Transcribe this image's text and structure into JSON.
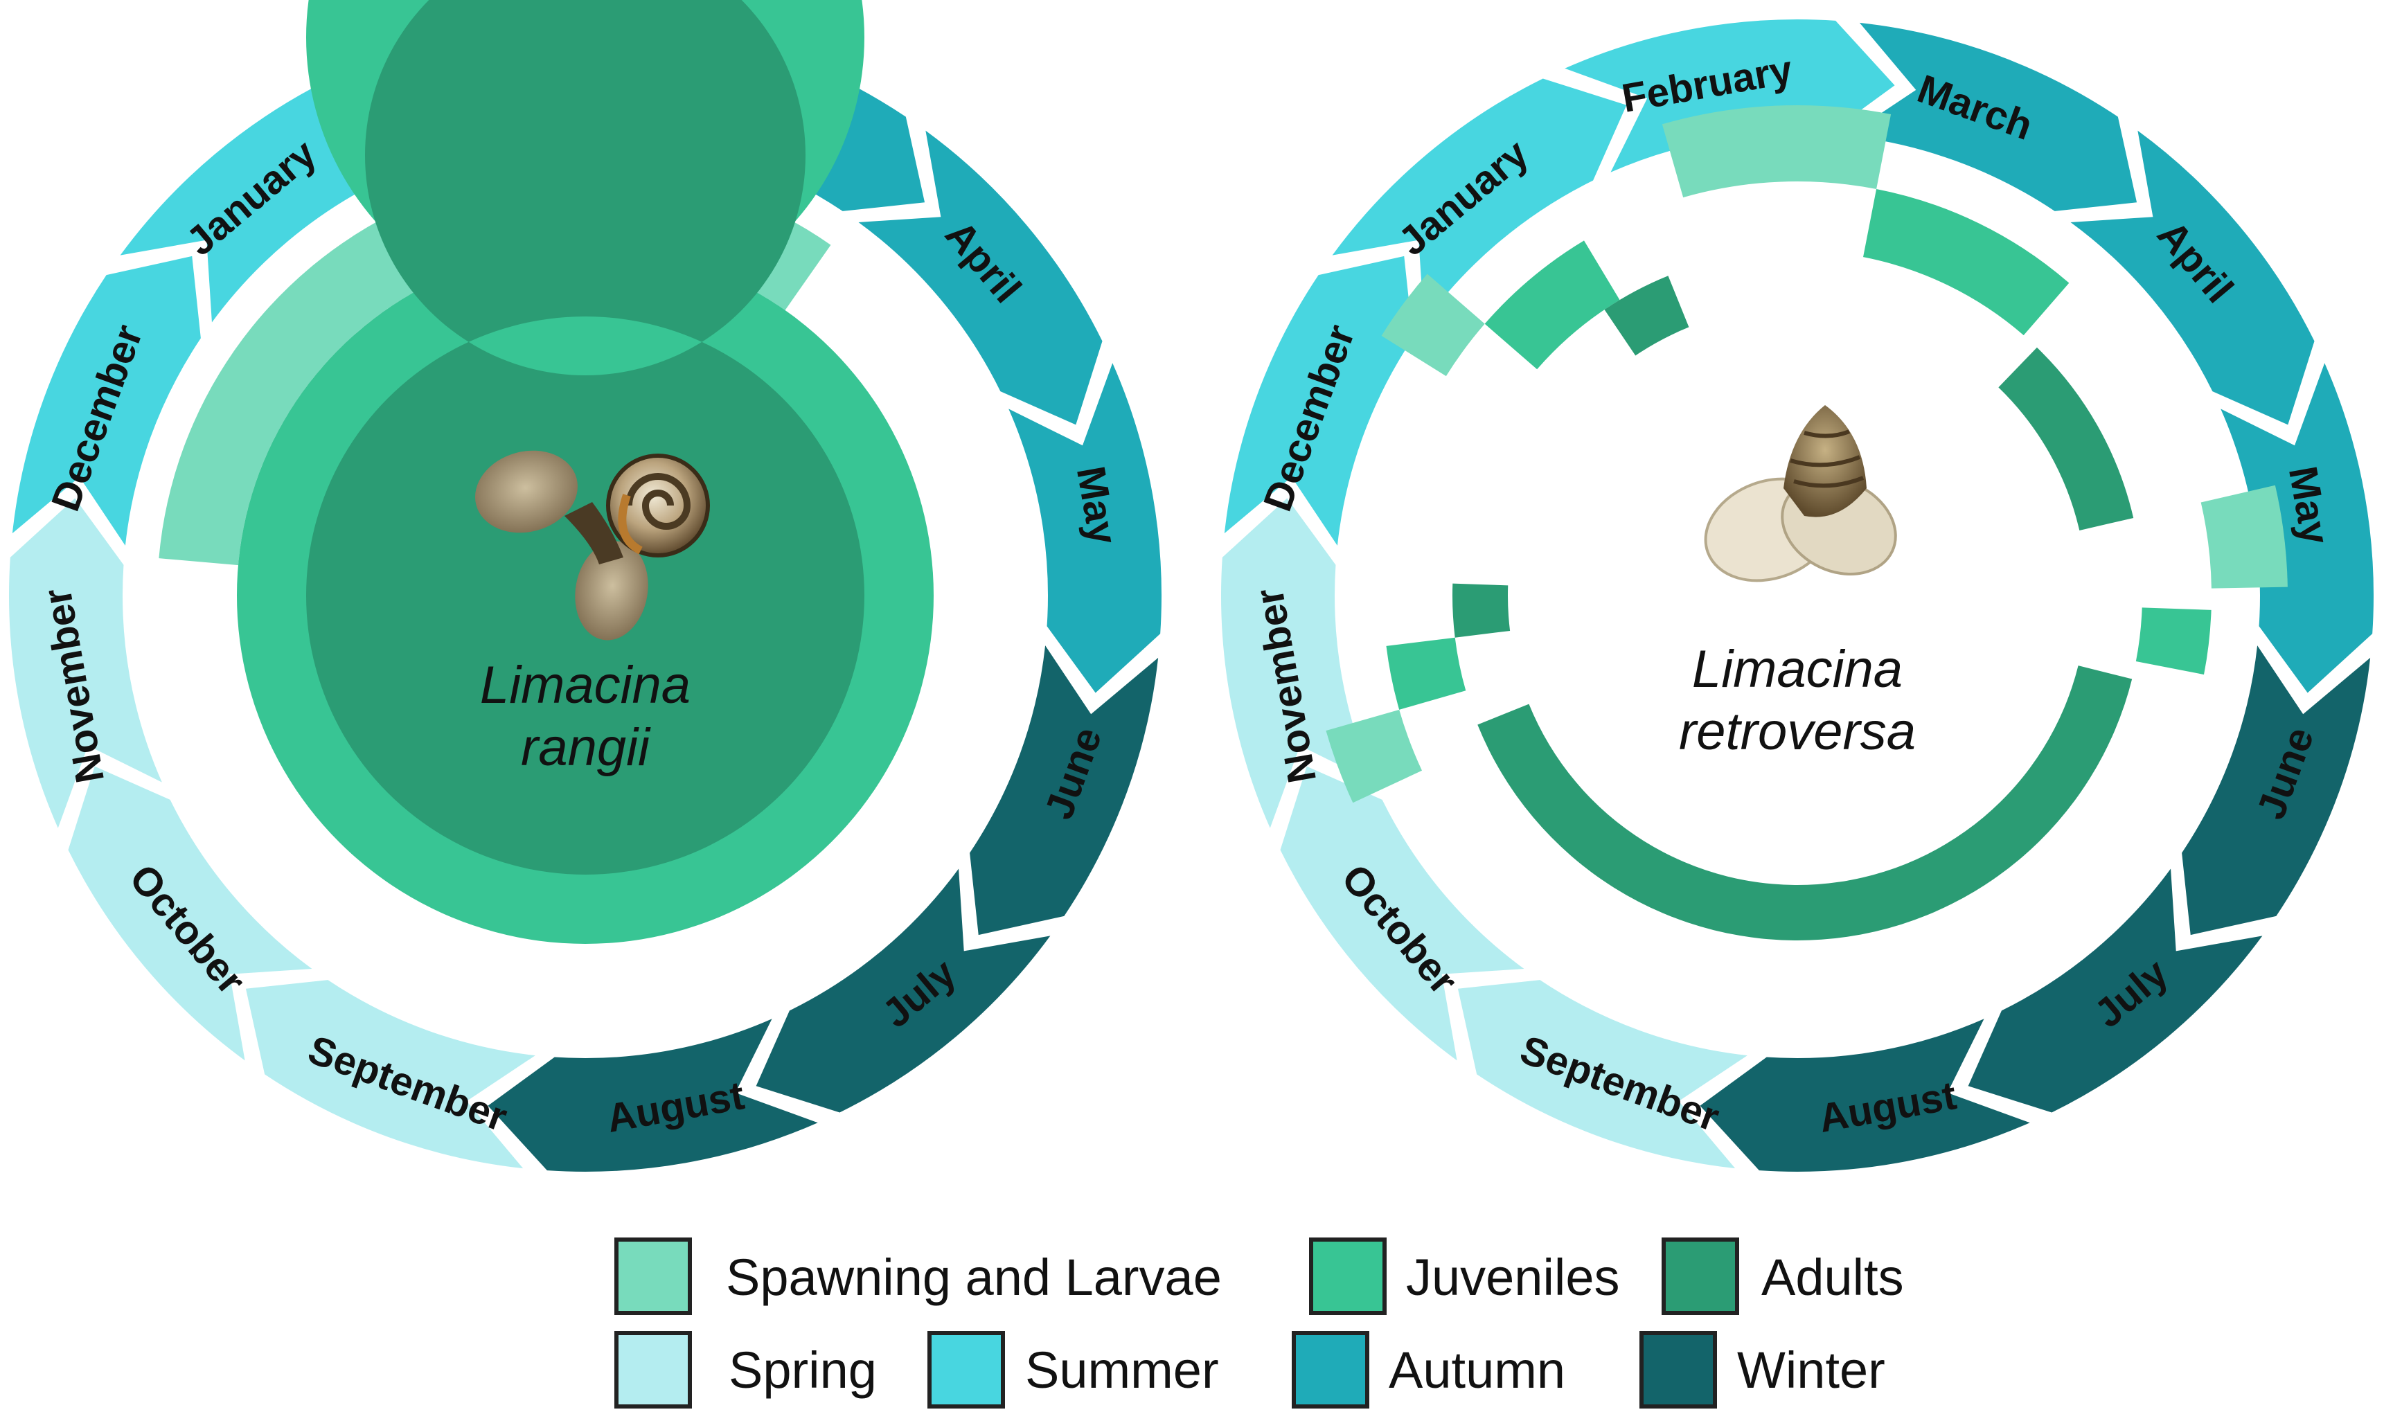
{
  "months": [
    "January",
    "February",
    "March",
    "April",
    "May",
    "June",
    "July",
    "August",
    "September",
    "October",
    "November",
    "December"
  ],
  "season_of_month": [
    "summer",
    "summer",
    "autumn",
    "autumn",
    "autumn",
    "winter",
    "winter",
    "winter",
    "spring",
    "spring",
    "spring",
    "summer"
  ],
  "colors": {
    "spring": "#b4edf0",
    "summer": "#48d6e0",
    "autumn": "#1fabb8",
    "winter": "#13646a",
    "spawning": "#78dbbc",
    "juveniles": "#38c594",
    "adults": "#2b9c74"
  },
  "diagrams": [
    {
      "species_line1": "Limacina",
      "species_line2": "rangii",
      "photo_icon": "pteropod-snail-photo",
      "stages": [
        {
          "stage": "spawning",
          "from_month": 11.0,
          "to_month": 3.0
        },
        {
          "stage": "juveniles",
          "from_month": 0,
          "to_month": 12
        },
        {
          "stage": "adults",
          "from_month": 0,
          "to_month": 12
        }
      ]
    },
    {
      "species_line1": "Limacina",
      "species_line2": "retroversa",
      "photo_icon": "pteropod-snail-photo",
      "stages": [
        {
          "stage": "spawning",
          "from_month": 11.9,
          "to_month": 0.2
        },
        {
          "stage": "spawning",
          "from_month": 1.3,
          "to_month": 2.2
        },
        {
          "stage": "spawning",
          "from_month": 4.4,
          "to_month": 4.8
        },
        {
          "stage": "spawning",
          "from_month": 10.0,
          "to_month": 10.3
        },
        {
          "stage": "juveniles",
          "from_month": 0.2,
          "to_month": 0.8
        },
        {
          "stage": "juveniles",
          "from_month": 2.2,
          "to_month": 3.2
        },
        {
          "stage": "juveniles",
          "from_month": 4.9,
          "to_month": 5.2
        },
        {
          "stage": "juveniles",
          "from_month": 10.3,
          "to_month": 10.6
        },
        {
          "stage": "adults",
          "from_month": 0.7,
          "to_month": 1.1
        },
        {
          "stage": "adults",
          "from_month": 3.3,
          "to_month": 4.4
        },
        {
          "stage": "adults",
          "from_month": 5.3,
          "to_month": 10.1
        },
        {
          "stage": "adults",
          "from_month": 10.6,
          "to_month": 10.9
        }
      ]
    }
  ],
  "legend": {
    "spawning": "Spawning and Larvae",
    "juveniles": "Juveniles",
    "adults": "Adults",
    "spring": "Spring",
    "summer": "Summer",
    "autumn": "Autumn",
    "winter": "Winter"
  }
}
